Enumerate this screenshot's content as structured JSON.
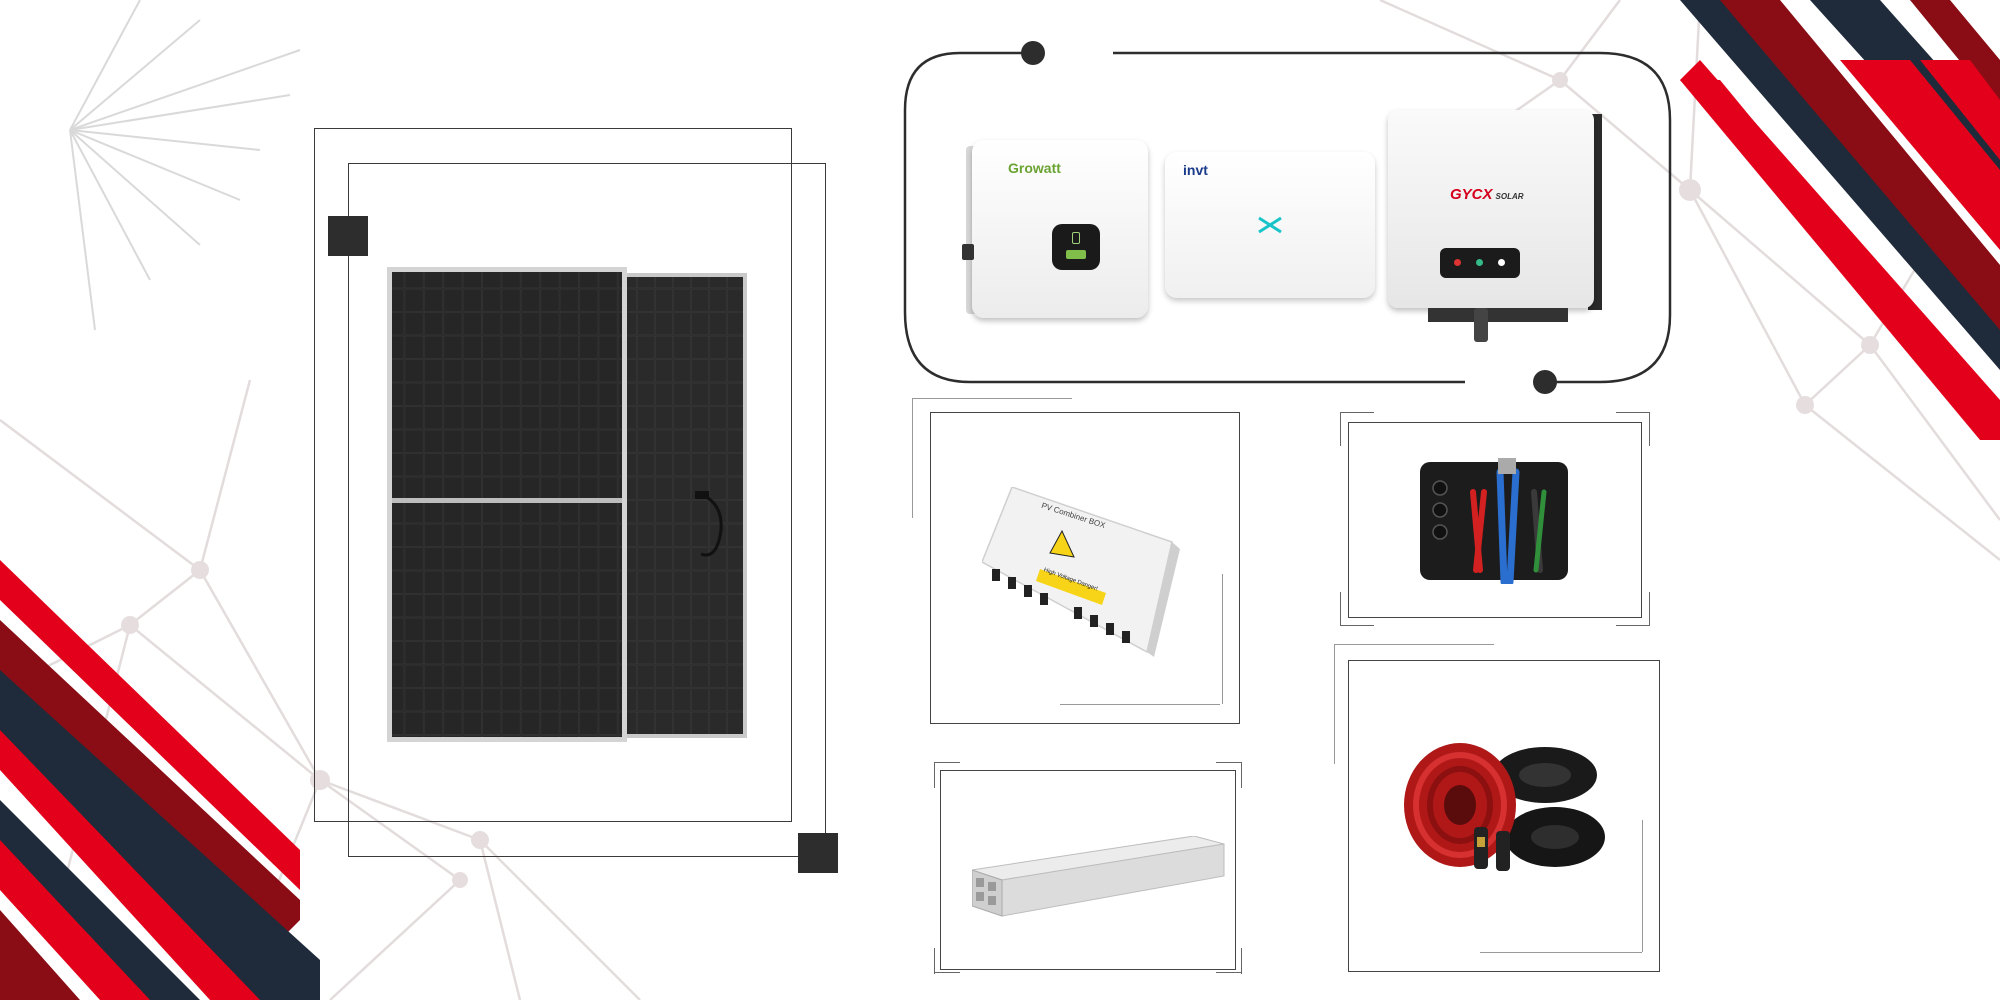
{
  "brands": {
    "growatt": "Growatt",
    "invt": "invt",
    "gycx": "GYCX",
    "gycx_sub": "SOLAR"
  },
  "combiner_box": {
    "title": "PV Combiner BOX",
    "warning": "High Voltage Danger!"
  },
  "colors": {
    "accent_red": "#e3001b",
    "dark_red": "#8a0d15",
    "navy": "#1f2b3a",
    "frame": "#2d2d2d",
    "growatt_green": "#6aa331",
    "invt_red": "#c8102e",
    "invt_blue": "#1a3a8a",
    "gycx_red": "#d6001c"
  },
  "icons": [
    "solar-panel-icon",
    "inverter-icon",
    "combiner-box-icon",
    "tool-kit-icon",
    "mounting-rail-icon",
    "pv-cable-icon"
  ]
}
